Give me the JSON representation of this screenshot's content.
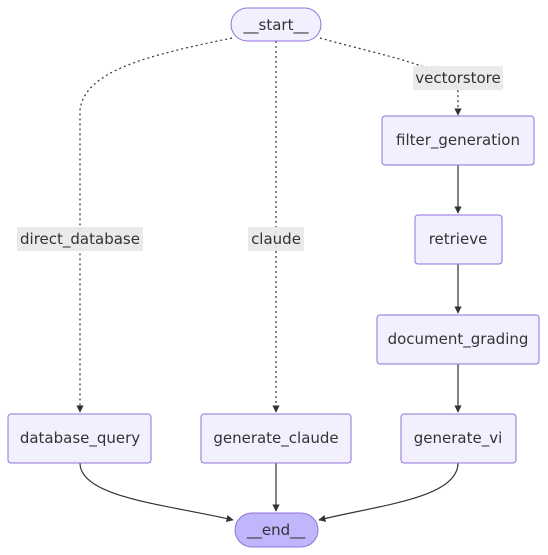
{
  "colors": {
    "node_fill": "#f2f0ff",
    "node_stroke": "#9370db",
    "end_fill": "#bfb6fc",
    "edge": "#333333",
    "edge_label_bg": "#e8e8e8",
    "text": "#333333"
  },
  "nodes": {
    "start": "__start__",
    "filter_generation": "filter_generation",
    "retrieve": "retrieve",
    "document_grading": "document_grading",
    "database_query": "database_query",
    "generate_claude": "generate_claude",
    "generate_vi": "generate_vi",
    "end": "__end__"
  },
  "edge_labels": {
    "direct_database": "direct_database",
    "claude": "claude",
    "vectorstore": "vectorstore"
  }
}
